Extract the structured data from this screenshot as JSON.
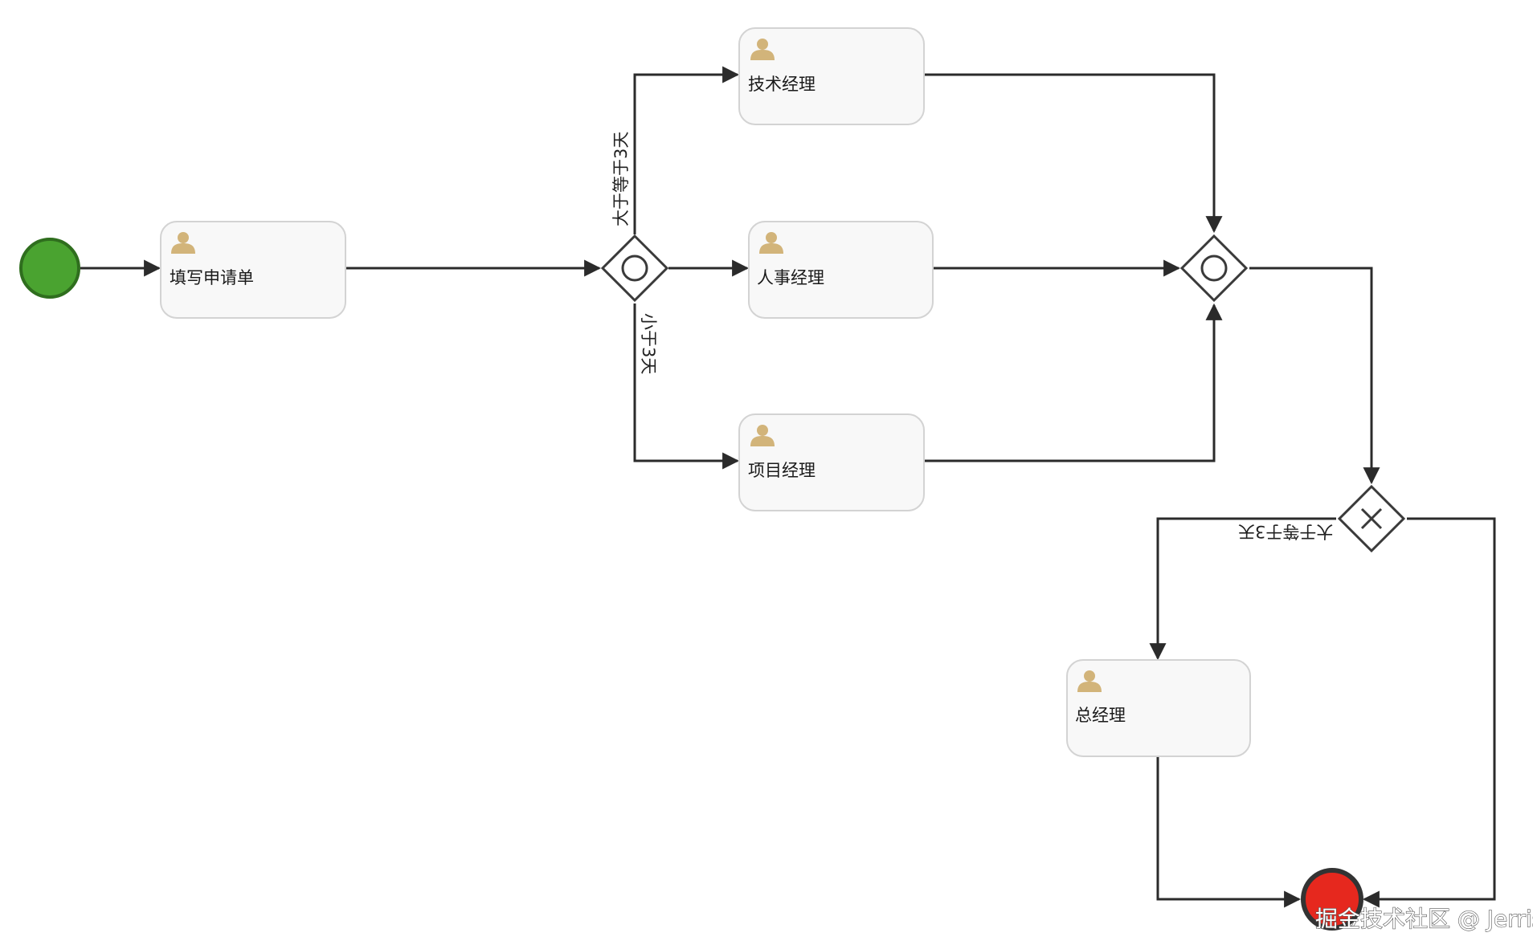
{
  "tasks": {
    "fill_form": "填写申请单",
    "tech_manager": "技术经理",
    "hr_manager": "人事经理",
    "project_manager": "项目经理",
    "general_manager": "总经理"
  },
  "flows": {
    "ge_3_days_top": "大于等于3天",
    "lt_3_days": "小于3天",
    "ge_3_days_bottom": "大于等于3天"
  },
  "watermark": "掘金技术社区 @ Jerris",
  "colors": {
    "start_event": "#4aa330",
    "start_stroke": "#2f6e1e",
    "end_event": "#e6281e",
    "end_stroke": "#333333"
  }
}
